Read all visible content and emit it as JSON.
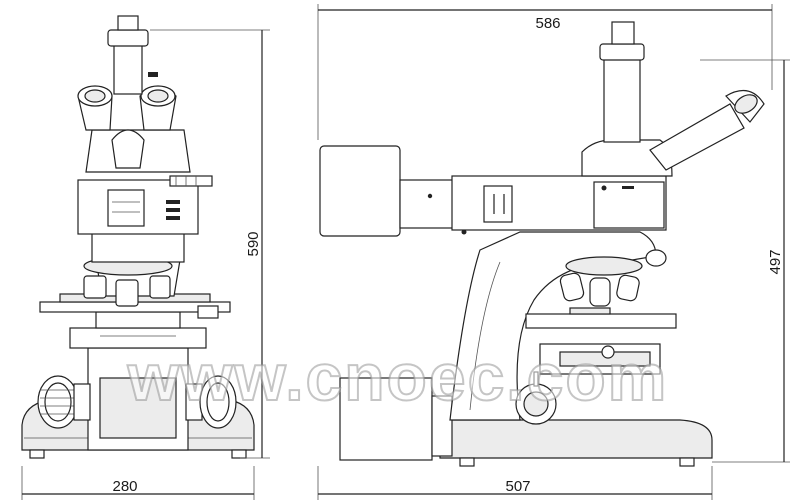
{
  "dimensions": {
    "front_width": "280",
    "front_height": "590",
    "side_depth_top": "586",
    "side_depth_base": "507",
    "side_height": "497"
  },
  "watermark": "www.cnoec.com",
  "colors": {
    "line": "#222222",
    "background": "#ffffff",
    "watermark_stroke": "#969696"
  },
  "icons": [
    "front-view-microscope",
    "side-view-microscope"
  ]
}
